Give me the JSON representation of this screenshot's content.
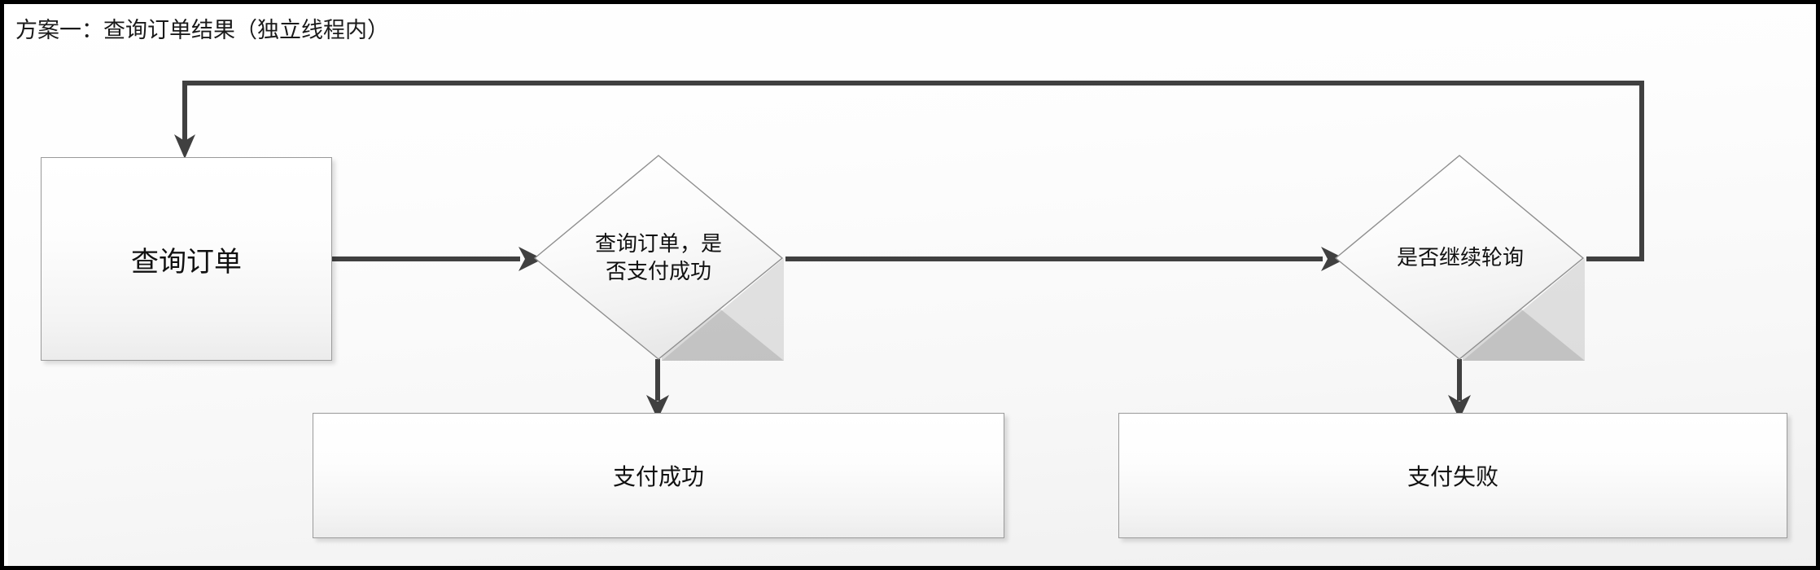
{
  "diagram": {
    "title": "方案一：查询订单结果（独立线程内）",
    "type": "flowchart",
    "nodes": [
      {
        "id": "query-order",
        "shape": "process",
        "label": "查询订单"
      },
      {
        "id": "decision-pay",
        "shape": "decision",
        "label": "查询订单，是\n否支付成功"
      },
      {
        "id": "decision-poll",
        "shape": "decision",
        "label": "是否继续轮询"
      },
      {
        "id": "pay-success",
        "shape": "process",
        "label": "支付成功"
      },
      {
        "id": "pay-failed",
        "shape": "process",
        "label": "支付失败"
      }
    ],
    "edges": [
      {
        "id": "e1",
        "from": "query-order",
        "to": "decision-pay",
        "label": ""
      },
      {
        "id": "e2",
        "from": "decision-pay",
        "to": "pay-success",
        "label": ""
      },
      {
        "id": "e3",
        "from": "decision-pay",
        "to": "decision-poll",
        "label": ""
      },
      {
        "id": "e4",
        "from": "decision-poll",
        "to": "pay-failed",
        "label": ""
      },
      {
        "id": "e5",
        "from": "decision-poll",
        "to": "query-order",
        "label": ""
      }
    ],
    "colors": {
      "node_fill": "#fbfbfb",
      "node_stroke": "#9a9a9a",
      "connector": "#404040",
      "text": "#111111",
      "frame": "#000000"
    }
  }
}
